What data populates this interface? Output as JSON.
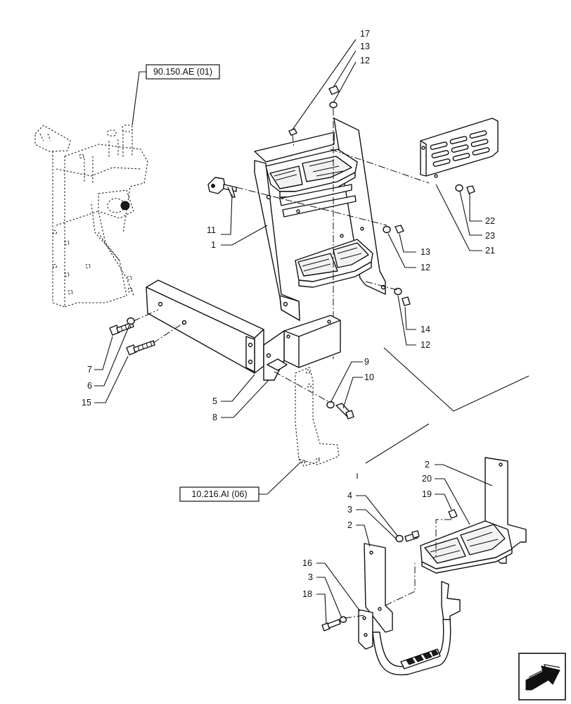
{
  "references": [
    {
      "id": "ref-90150",
      "label": "90.150.AE (01)"
    },
    {
      "id": "ref-10216",
      "label": "10.216.AI (06)"
    }
  ],
  "callouts": {
    "c17": "17",
    "c13a": "13",
    "c12a": "12",
    "c11": "11",
    "c1": "1",
    "c22": "22",
    "c23": "23",
    "c21": "21",
    "c13b": "13",
    "c12b": "12",
    "c14": "14",
    "c12c": "12",
    "c7": "7",
    "c6": "6",
    "c15": "15",
    "c5": "5",
    "c8": "8",
    "c9": "9",
    "c10": "10",
    "c2a": "2",
    "c20": "20",
    "c19": "19",
    "c4": "4",
    "c3a": "3",
    "c2b": "2",
    "c16": "16",
    "c3b": "3",
    "c18": "18"
  },
  "nav": {
    "icon": "next-page-arrow-icon"
  }
}
